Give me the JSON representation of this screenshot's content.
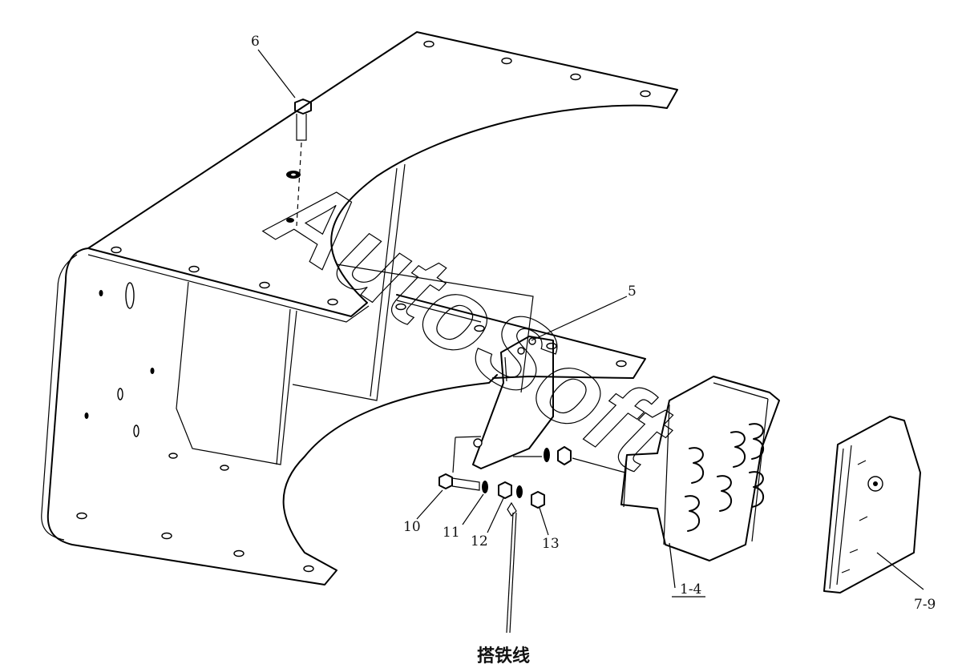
{
  "labels": {
    "part_6": "6",
    "part_5": "5",
    "part_10": "10",
    "part_11": "11",
    "part_12": "12",
    "part_13": "13",
    "part_1_4": "1-4",
    "part_7_9": "7-9",
    "ground_wire": "搭铁线",
    "watermark": "AutoSoft"
  }
}
